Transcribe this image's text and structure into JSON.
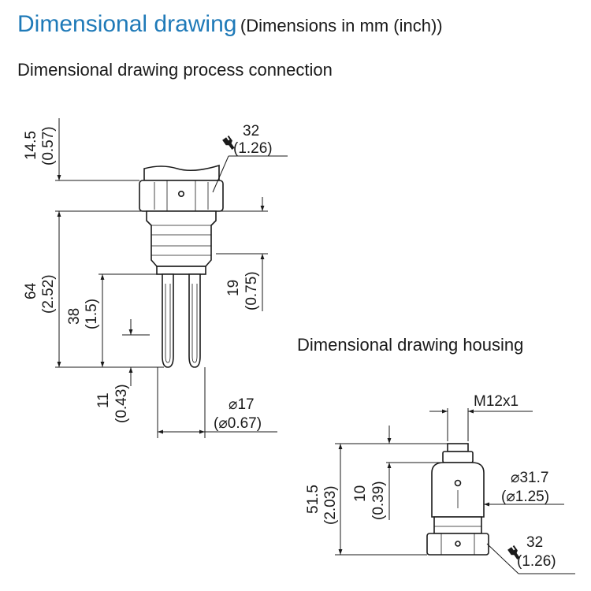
{
  "header": {
    "title": "Dimensional drawing",
    "subtitle": "(Dimensions in mm (inch))"
  },
  "sections": {
    "process_connection": "Dimensional drawing process connection",
    "housing": "Dimensional drawing housing"
  },
  "dims_process": {
    "wrench_mm": "32",
    "wrench_in": "(1.26)",
    "thread_len_mm": "14.5",
    "thread_len_in": "(0.57)",
    "total_len_mm": "64",
    "total_len_in": "(2.52)",
    "fork_len_mm": "38",
    "fork_len_in": "(1.5)",
    "neck_len_mm": "19",
    "neck_len_in": "(0.75)",
    "tip_len_mm": "11",
    "tip_len_in": "(0.43)",
    "fork_dia_mm": "⌀17",
    "fork_dia_in": "(⌀0.67)"
  },
  "dims_housing": {
    "connector": "M12x1",
    "height_mm": "51.5",
    "height_in": "(2.03)",
    "connector_len_mm": "10",
    "connector_len_in": "(0.39)",
    "dia_mm": "⌀31.7",
    "dia_in": "(⌀1.25)",
    "wrench_mm": "32",
    "wrench_in": "(1.26)"
  }
}
